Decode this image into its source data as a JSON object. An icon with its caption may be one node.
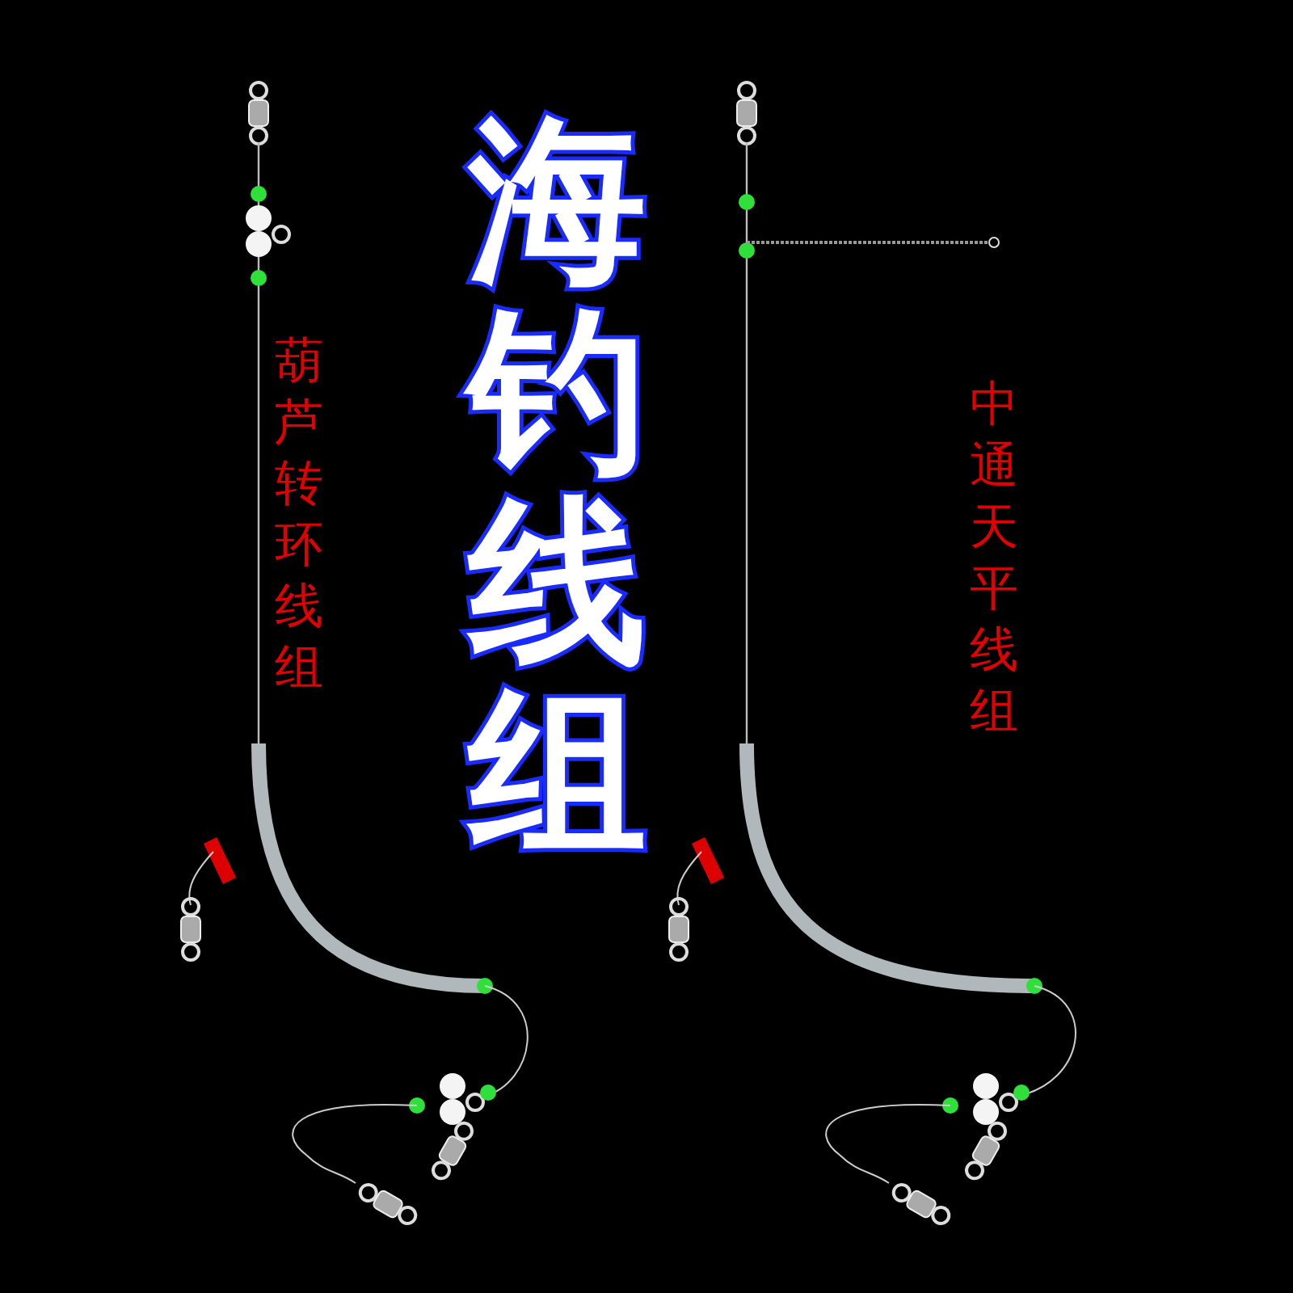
{
  "diagram": {
    "title": "海钓线组",
    "labels": [
      "葫芦转环线组",
      "中通天平线组"
    ]
  }
}
